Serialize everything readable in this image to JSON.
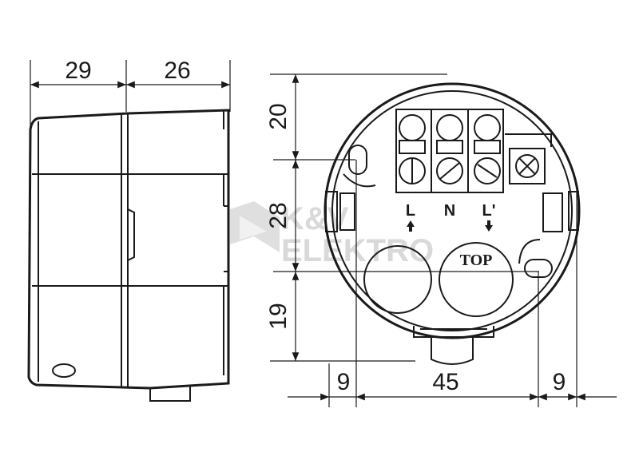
{
  "dimensions": {
    "side_depth_a": "29",
    "side_depth_b": "26",
    "front_height_top": "20",
    "front_height_mid": "28",
    "front_height_bottom": "19",
    "front_width_left": "9",
    "front_width_center": "45",
    "front_width_right": "9"
  },
  "terminals": {
    "live_in": "L",
    "neutral": "N",
    "live_out": "L'"
  },
  "marking": {
    "top_label": "TOP"
  },
  "watermark": {
    "line1": "K&V",
    "line2": "ELEKTRO"
  },
  "colors": {
    "line": "#1a1a1a",
    "watermark": "#d9d9d9",
    "background": "#ffffff"
  }
}
